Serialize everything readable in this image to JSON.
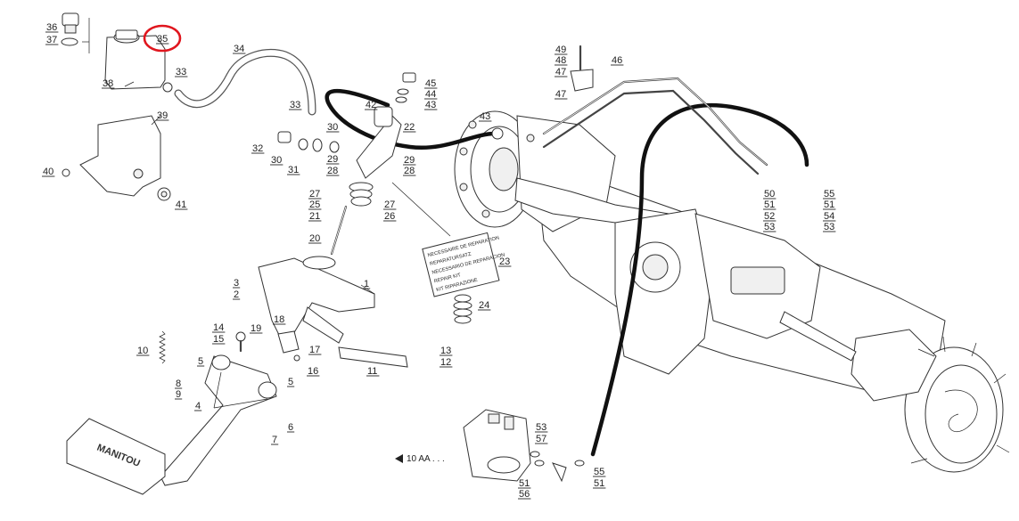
{
  "callouts": [
    "1",
    "2",
    "3",
    "4",
    "5",
    "6",
    "7",
    "8",
    "9",
    "10",
    "11",
    "12",
    "13",
    "14",
    "15",
    "16",
    "17",
    "18",
    "19",
    "20",
    "21",
    "22",
    "23",
    "24",
    "25",
    "26",
    "27",
    "28",
    "29",
    "30",
    "31",
    "32",
    "33",
    "34",
    "35",
    "36",
    "37",
    "38",
    "39",
    "40",
    "41",
    "42",
    "43",
    "44",
    "45",
    "46",
    "47",
    "48",
    "49",
    "50",
    "51",
    "52",
    "53",
    "54",
    "55",
    "56",
    "57"
  ],
  "highlighted_callout": "35",
  "highlight_color": "#e0161e",
  "hose_color": "#111111",
  "repair_kit_label": [
    "NECESSAIRE DE REPARATION",
    "REPARATURSATZ",
    "NECESSARIO DE REPARACION",
    "REPAIR KIT",
    "KIT RIPARAZIONE"
  ],
  "brand_label": "MANITOU",
  "page_reference": "10 AA . . ."
}
